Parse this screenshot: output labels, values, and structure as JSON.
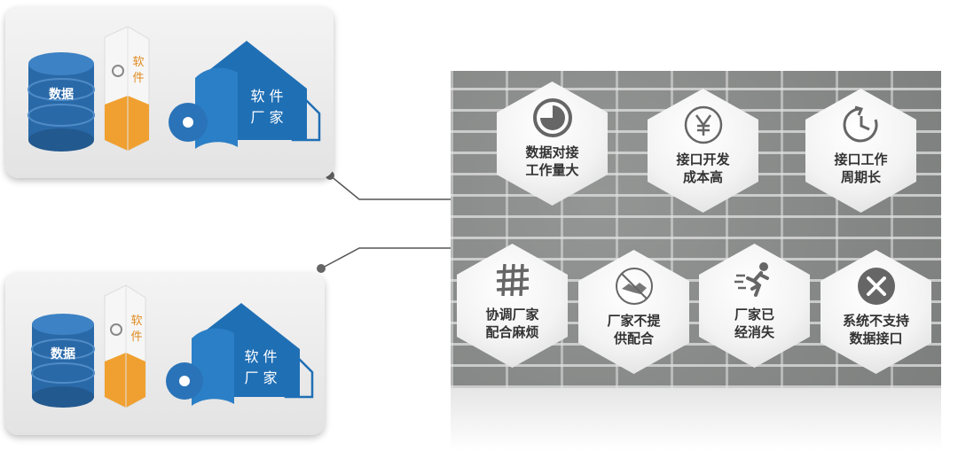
{
  "cards": [
    {
      "db_label": "数据",
      "tower_chars": [
        "软",
        "件"
      ],
      "vendor_chars": [
        "软 件",
        "厂 家"
      ]
    },
    {
      "db_label": "数据",
      "tower_chars": [
        "软",
        "件"
      ],
      "vendor_chars": [
        "软 件",
        "厂 家"
      ]
    }
  ],
  "problems": [
    {
      "icon": "pie-chart-icon",
      "lines": [
        "数据对接",
        "工作量大"
      ]
    },
    {
      "icon": "yen-icon",
      "lines": [
        "接口开发",
        "成本高"
      ]
    },
    {
      "icon": "clock-cycle-icon",
      "lines": [
        "接口工作",
        "周期长"
      ]
    },
    {
      "icon": "grid-mesh-icon",
      "lines": [
        "协调厂家",
        "配合麻烦"
      ]
    },
    {
      "icon": "no-handshake-icon",
      "lines": [
        "厂家不提",
        "供配合"
      ]
    },
    {
      "icon": "running-man-icon",
      "lines": [
        "厂家已",
        "经消失"
      ]
    },
    {
      "icon": "close-circle-icon",
      "lines": [
        "系统不支持",
        "数据接口"
      ]
    }
  ],
  "colors": {
    "db_blue": "#2a69a8",
    "tower_orange": "#f0a030",
    "tower_text": "#e08a1e",
    "vendor_blue": "#1f6fb5",
    "icon_gray": "#666666",
    "wall": "#8b8d8c"
  }
}
